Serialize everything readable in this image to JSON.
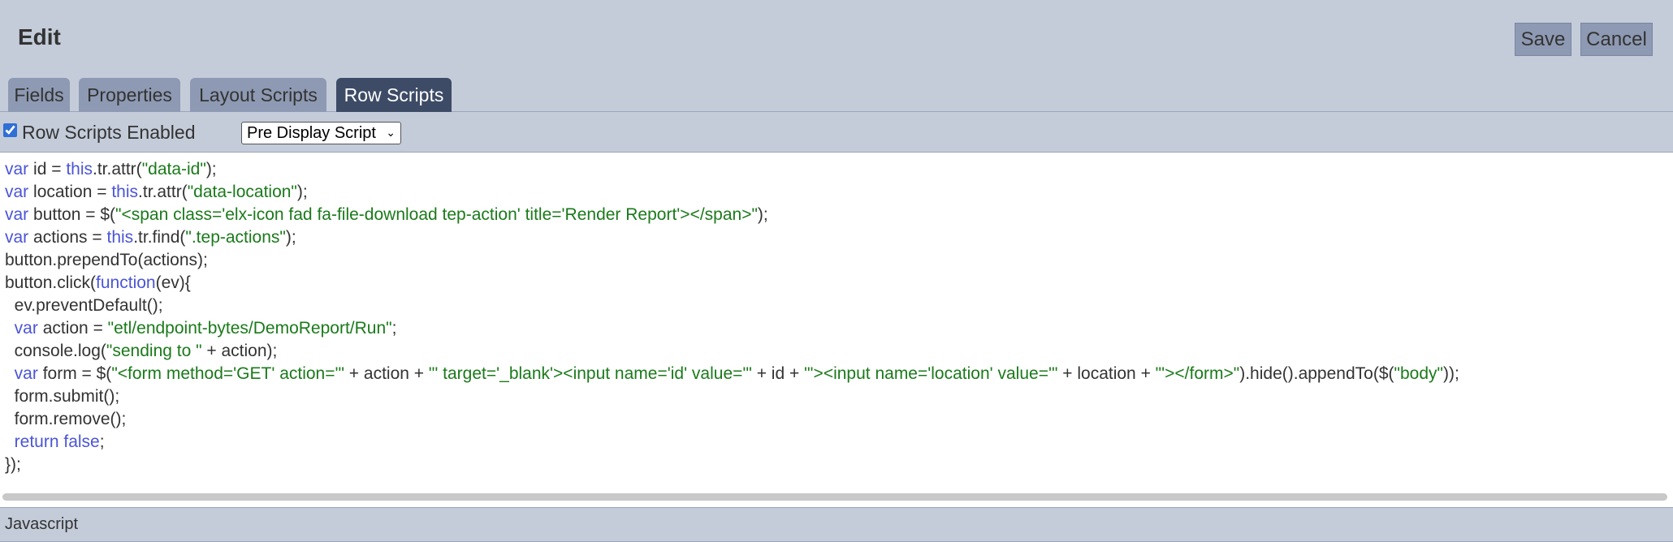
{
  "header": {
    "title": "Edit",
    "save_label": "Save",
    "cancel_label": "Cancel"
  },
  "tabs": [
    {
      "label": "Fields",
      "active": false
    },
    {
      "label": "Properties",
      "active": false
    },
    {
      "label": "Layout Scripts",
      "active": false
    },
    {
      "label": "Row Scripts",
      "active": true
    }
  ],
  "options": {
    "row_scripts_enabled_label": "Row Scripts Enabled",
    "row_scripts_enabled": true,
    "script_select_value": "Pre Display Script"
  },
  "editor": {
    "language": "Javascript",
    "lines": [
      [
        [
          "kw",
          "var"
        ],
        [
          "t",
          " id = "
        ],
        [
          "kw",
          "this"
        ],
        [
          "t",
          ".tr.attr("
        ],
        [
          "str",
          "\"data-id\""
        ],
        [
          "t",
          ");"
        ]
      ],
      [
        [
          "kw",
          "var"
        ],
        [
          "t",
          " location = "
        ],
        [
          "kw",
          "this"
        ],
        [
          "t",
          ".tr.attr("
        ],
        [
          "str",
          "\"data-location\""
        ],
        [
          "t",
          ");"
        ]
      ],
      [
        [
          "kw",
          "var"
        ],
        [
          "t",
          " button = $("
        ],
        [
          "str",
          "\"<span class='elx-icon fad fa-file-download tep-action' title='Render Report'></span>\""
        ],
        [
          "t",
          ");"
        ]
      ],
      [
        [
          "kw",
          "var"
        ],
        [
          "t",
          " actions = "
        ],
        [
          "kw",
          "this"
        ],
        [
          "t",
          ".tr.find("
        ],
        [
          "str",
          "\".tep-actions\""
        ],
        [
          "t",
          ");"
        ]
      ],
      [
        [
          "t",
          "button.prependTo(actions);"
        ]
      ],
      [
        [
          "t",
          "button.click("
        ],
        [
          "kw",
          "function"
        ],
        [
          "t",
          "(ev){"
        ]
      ],
      [
        [
          "t",
          "  ev.preventDefault();"
        ]
      ],
      [
        [
          "t",
          "  "
        ],
        [
          "kw",
          "var"
        ],
        [
          "t",
          " action = "
        ],
        [
          "str",
          "\"etl/endpoint-bytes/DemoReport/Run\""
        ],
        [
          "t",
          ";"
        ]
      ],
      [
        [
          "t",
          "  console.log("
        ],
        [
          "str",
          "\"sending to \""
        ],
        [
          "t",
          " + action);"
        ]
      ],
      [
        [
          "t",
          "  "
        ],
        [
          "kw",
          "var"
        ],
        [
          "t",
          " form = $("
        ],
        [
          "str",
          "\"<form method='GET' action='\""
        ],
        [
          "t",
          " + action + "
        ],
        [
          "str",
          "\"' target='_blank'><input name='id' value='\""
        ],
        [
          "t",
          " + id + "
        ],
        [
          "str",
          "\"'><input name='location' value='\""
        ],
        [
          "t",
          " + location + "
        ],
        [
          "str",
          "\"'></form>\""
        ],
        [
          "t",
          ").hide().appendTo($("
        ],
        [
          "str",
          "\"body\""
        ],
        [
          "t",
          "));"
        ]
      ],
      [
        [
          "t",
          "  form.submit();"
        ]
      ],
      [
        [
          "t",
          "  form.remove();"
        ]
      ],
      [
        [
          "t",
          "  "
        ],
        [
          "kw",
          "return"
        ],
        [
          "t",
          " "
        ],
        [
          "kw",
          "false"
        ],
        [
          "t",
          ";"
        ]
      ],
      [
        [
          "t",
          "});"
        ]
      ]
    ]
  },
  "colors": {
    "background": "#c4ccda",
    "tab": "#8e9ab3",
    "tab_active": "#3d4b66",
    "keyword": "#4a55d6",
    "string": "#1a7a1a"
  }
}
